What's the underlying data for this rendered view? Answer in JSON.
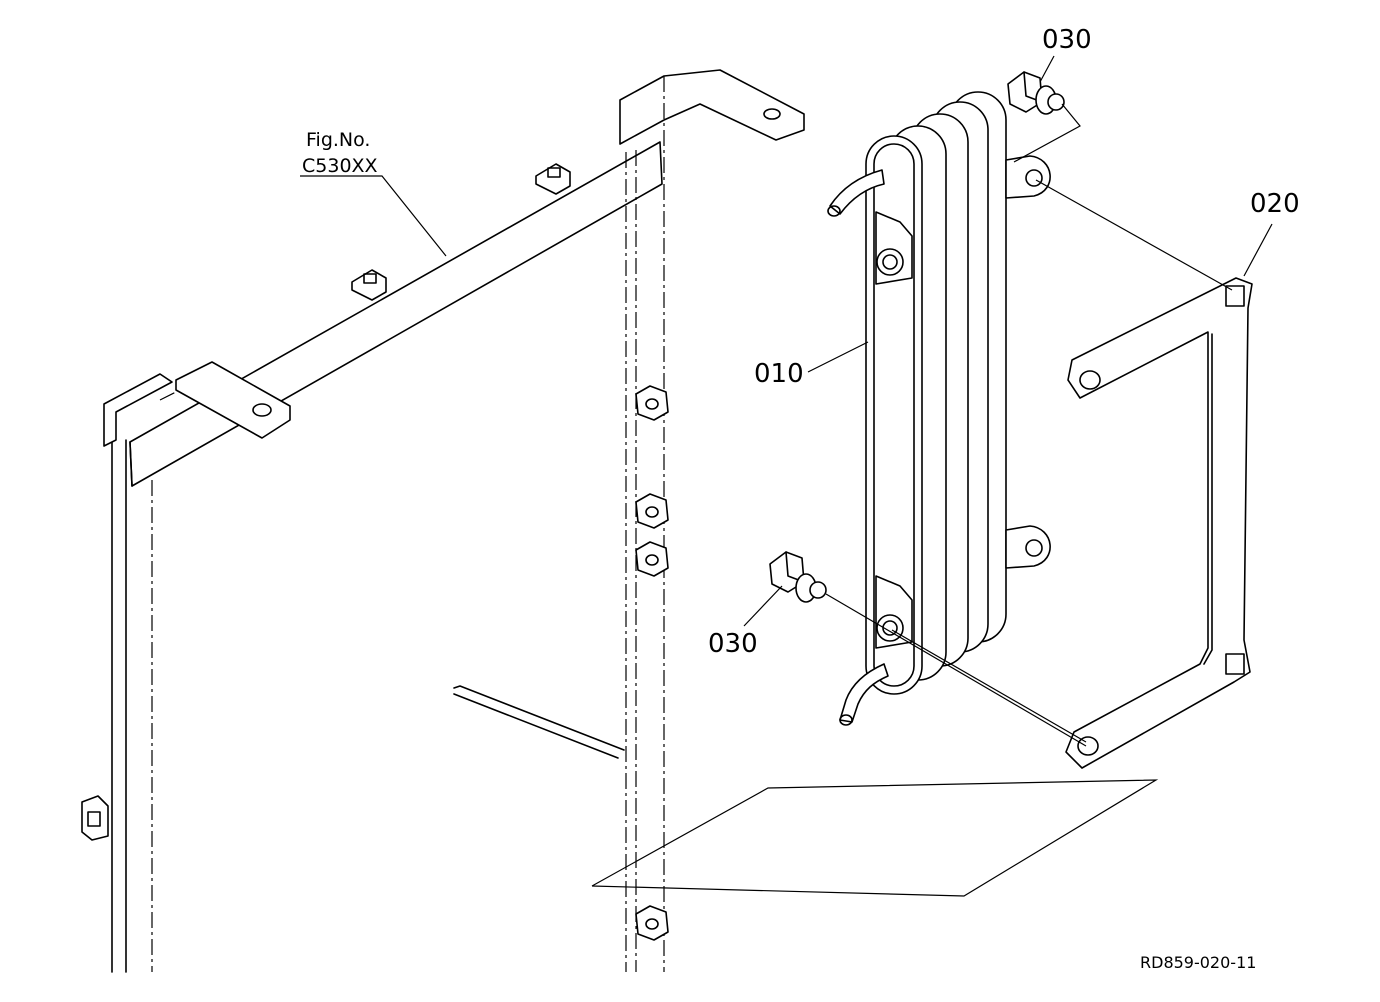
{
  "diagram": {
    "fig_reference": {
      "line1": "Fig.No.",
      "line2": "C530XX"
    },
    "callouts": [
      {
        "id": "010",
        "label": "010"
      },
      {
        "id": "020",
        "label": "020"
      },
      {
        "id": "030-top",
        "label": "030"
      },
      {
        "id": "030-bottom",
        "label": "030"
      }
    ],
    "drawing_id": "RD859-020-11"
  }
}
